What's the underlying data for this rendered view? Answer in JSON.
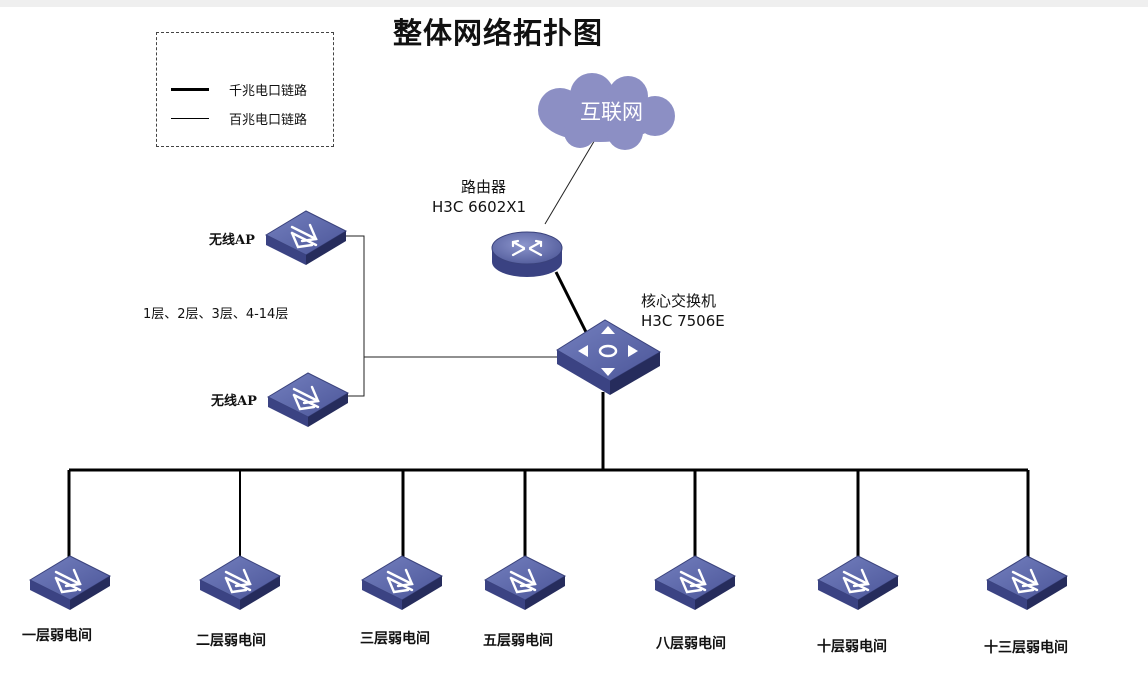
{
  "title": "整体网络拓扑图",
  "legend": {
    "gigabit": "千兆电口链路",
    "fast": "百兆电口链路"
  },
  "internet": "互联网",
  "router": {
    "name": "路由器",
    "model": "H3C 6602X1"
  },
  "core_switch": {
    "name": "核心交换机",
    "model": "H3C 7506E"
  },
  "wireless_ap": [
    "无线AP",
    "无线AP"
  ],
  "floors_note": "1层、2层、3层、4-14层",
  "floor_rooms": [
    "一层弱电间",
    "二层弱电间",
    "三层弱电间",
    "五层弱电间",
    "八层弱电间",
    "十层弱电间",
    "十三层弱电间"
  ],
  "colors": {
    "device_top": "#5a66a8",
    "device_side": "#2e356a",
    "cloud": "#8c8fc4"
  }
}
